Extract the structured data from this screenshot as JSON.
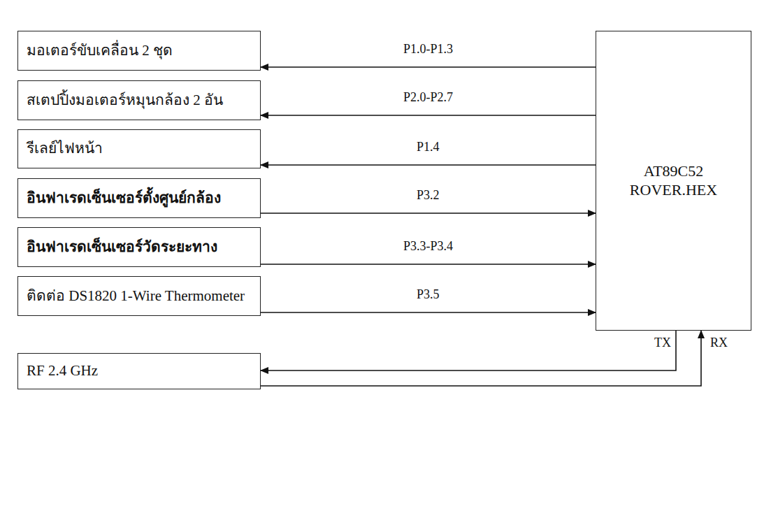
{
  "diagram": {
    "nodes": [
      {
        "text": [
          "มอเตอร์ขับเคลื่อน 2 ชุด"
        ]
      },
      {
        "text": [
          "สเตปปิ้งมอเตอร์หมุนกล้อง 2 อัน"
        ]
      },
      {
        "text": [
          "รีเลย์ไฟหน้า"
        ]
      },
      {
        "text": [
          "อินฟาเรดเซ็นเซอร์ตั้งศูนย์กล้อง"
        ]
      },
      {
        "text": [
          "อินฟาเรดเซ็นเซอร์วัดระยะทาง"
        ]
      },
      {
        "text": [
          "ติดต่อ DS1820 1-Wire Thermometer"
        ]
      },
      {
        "text": [
          "AT89C52 ROVER.HEX"
        ]
      },
      {
        "text": [
          "RF 2.4 GHz"
        ]
      }
    ],
    "edges": [
      {
        "from": 6,
        "to": 0,
        "arrow": "to",
        "label": "P1.0-P1.3"
      },
      {
        "from": 6,
        "to": 1,
        "arrow": "to",
        "label": "P2.0-P2.7"
      },
      {
        "from": 6,
        "to": 2,
        "arrow": "to",
        "label": "P1.4"
      },
      {
        "from": 3,
        "to": 6,
        "arrow": "to",
        "label": "P3.2"
      },
      {
        "from": 4,
        "to": 6,
        "arrow": "to",
        "label": "P3.3-P3.4"
      },
      {
        "from": 5,
        "to": 6,
        "arrow": "to",
        "label": "P3.5"
      },
      {
        "from": 6,
        "to": 7,
        "arrow": "to",
        "label": "TX"
      },
      {
        "from": 7,
        "to": 6,
        "arrow": "to",
        "label": "RX"
      }
    ]
  }
}
